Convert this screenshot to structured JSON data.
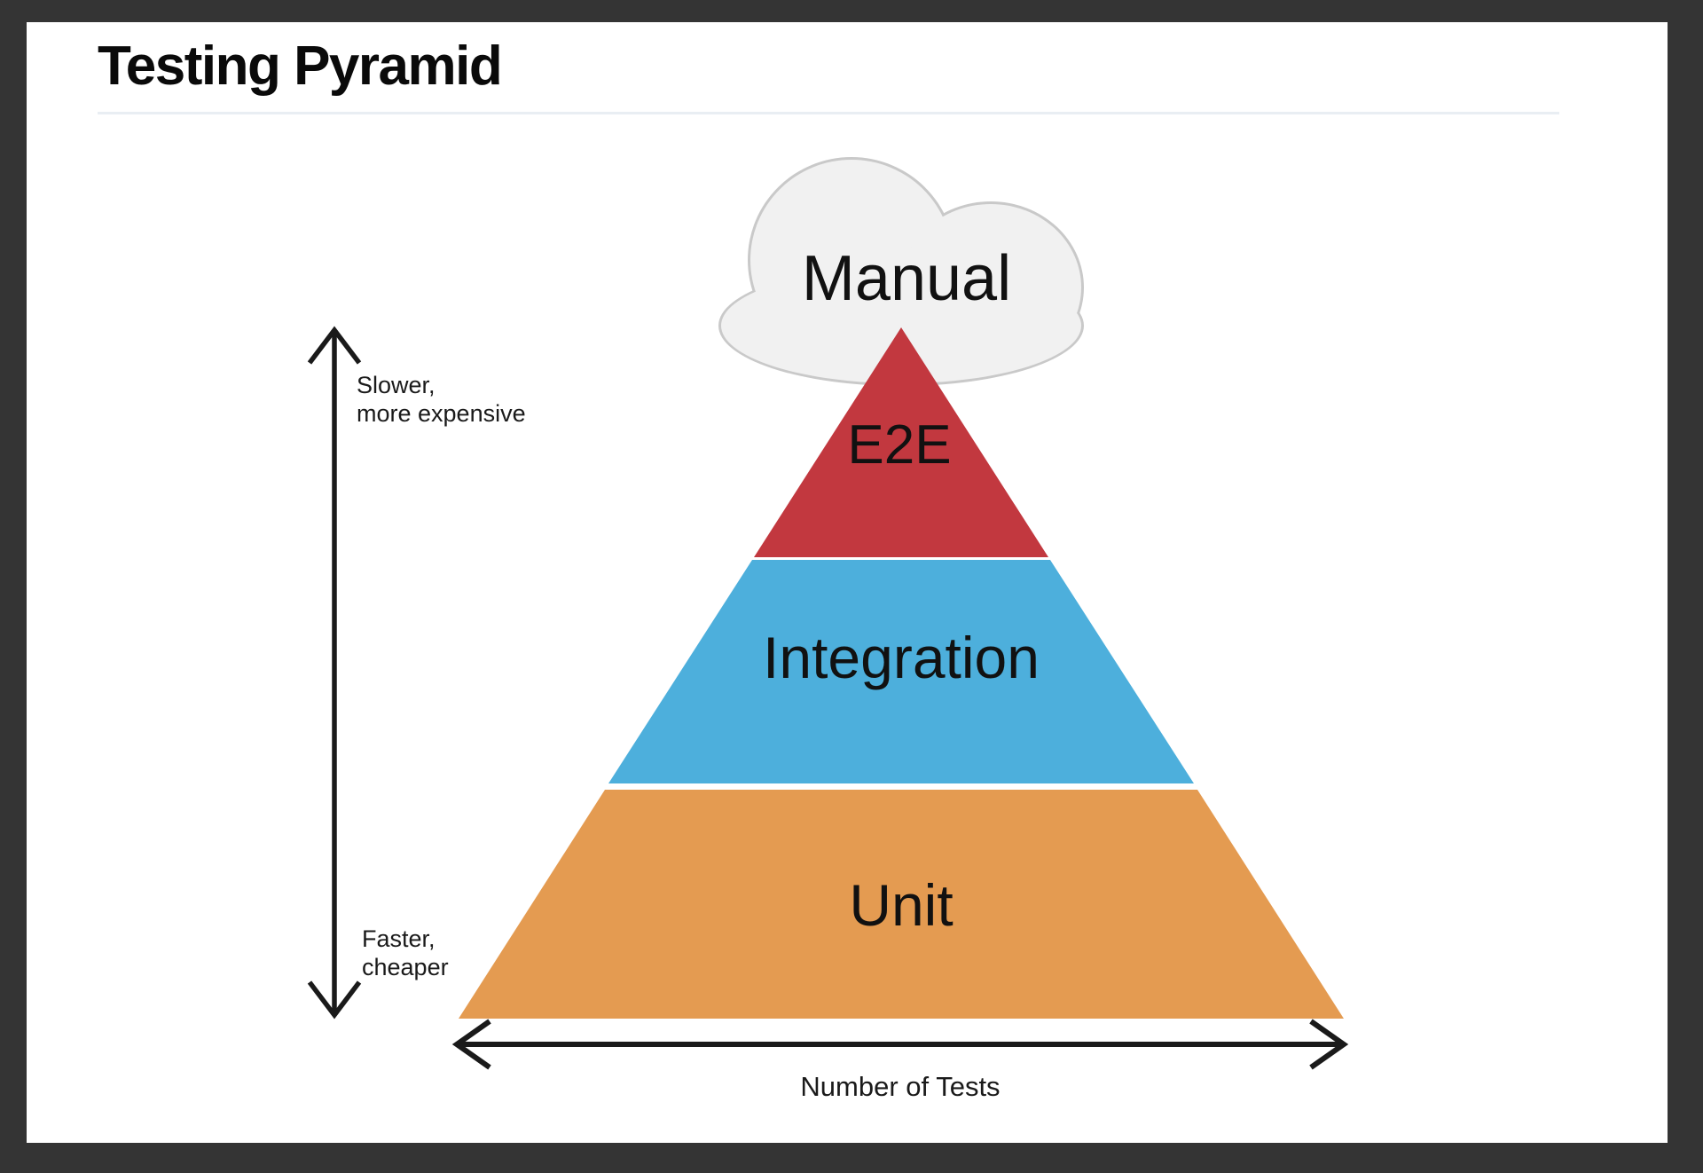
{
  "window": {
    "frame_color": "#343434",
    "canvas_color": "#ffffff"
  },
  "header": {
    "title": "Testing Pyramid",
    "title_color": "#0a0a0a",
    "divider_color": "#e9eef3"
  },
  "diagram": {
    "cloud": {
      "label": "Manual",
      "fill": "#f1f1f1",
      "border": "#c9c9c9",
      "label_color": "#111111"
    },
    "pyramid": {
      "label_color": "#111111",
      "layers": [
        {
          "label": "E2E",
          "color": "#c2383f"
        },
        {
          "label": "Integration",
          "color": "#4dafdc"
        },
        {
          "label": "Unit",
          "color": "#e49b51"
        }
      ]
    },
    "y_axis": {
      "arrow_color": "#1a1a1a",
      "top_label_line1": "Slower,",
      "top_label_line2": "more expensive",
      "bottom_label_line1": "Faster,",
      "bottom_label_line2": "cheaper",
      "label_color": "#1a1a1a"
    },
    "x_axis": {
      "arrow_color": "#1a1a1a",
      "label": "Number of Tests",
      "label_color": "#1a1a1a"
    }
  }
}
